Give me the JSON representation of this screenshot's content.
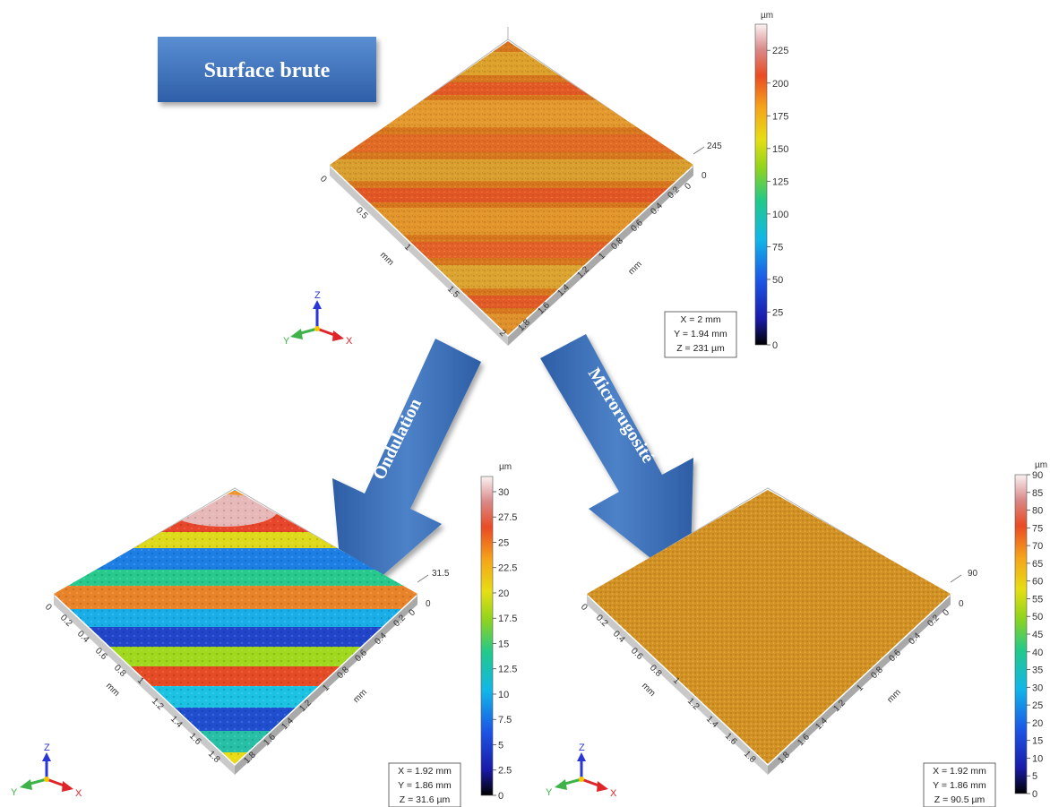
{
  "title_box": {
    "label": "Surface brute"
  },
  "arrows": {
    "left": "Ondulation",
    "right": "Microrugosité"
  },
  "panels": {
    "top": {
      "unit": "µm",
      "scale_ticks": [
        "225",
        "200",
        "175",
        "150",
        "125",
        "100",
        "75",
        "50",
        "25",
        "0"
      ],
      "scale_min": 0,
      "scale_max": 245,
      "z_value": "245",
      "zero_label": "0",
      "left_axis": {
        "ticks": [
          "0",
          "0.5",
          "1",
          "1.5",
          "2"
        ],
        "unit": "mm"
      },
      "right_axis": {
        "ticks": [
          "0",
          "0.2",
          "0.4",
          "0.6",
          "0.8",
          "1",
          "1.2",
          "1.4",
          "1.6",
          "1.8"
        ],
        "unit": "mm"
      },
      "info": [
        "X = 2 mm",
        "Y = 1.94 mm",
        "Z = 231 µm"
      ],
      "palette": "orange"
    },
    "bottom_left": {
      "unit": "µm",
      "scale_ticks": [
        "30",
        "27.5",
        "25",
        "22.5",
        "20",
        "17.5",
        "15",
        "12.5",
        "10",
        "7.5",
        "5",
        "2.5",
        "0"
      ],
      "scale_min": 0,
      "scale_max": 31.5,
      "z_value": "31.5",
      "zero_label": "0",
      "left_axis": {
        "ticks": [
          "0",
          "0.2",
          "0.4",
          "0.6",
          "0.8",
          "1",
          "1.2",
          "1.4",
          "1.6",
          "1.8"
        ],
        "unit": "mm"
      },
      "right_axis": {
        "ticks": [
          "0",
          "0.2",
          "0.4",
          "0.6",
          "0.8",
          "1",
          "1.2",
          "1.4",
          "1.6",
          "1.8"
        ],
        "unit": "mm"
      },
      "info": [
        "X = 1.92 mm",
        "Y = 1.86 mm",
        "Z = 31.6 µm"
      ],
      "palette": "rainbow"
    },
    "bottom_right": {
      "unit": "µm",
      "scale_ticks": [
        "90",
        "85",
        "80",
        "75",
        "70",
        "65",
        "60",
        "55",
        "50",
        "45",
        "40",
        "35",
        "30",
        "25",
        "20",
        "15",
        "10",
        "5",
        "0"
      ],
      "scale_min": 0,
      "scale_max": 90,
      "z_value": "90",
      "zero_label": "0",
      "left_axis": {
        "ticks": [
          "0",
          "0.2",
          "0.4",
          "0.6",
          "0.8",
          "1",
          "1.2",
          "1.4",
          "1.6",
          "1.8"
        ],
        "unit": "mm"
      },
      "right_axis": {
        "ticks": [
          "0",
          "0.2",
          "0.4",
          "0.6",
          "0.8",
          "1",
          "1.2",
          "1.4",
          "1.6",
          "1.8"
        ],
        "unit": "mm"
      },
      "info": [
        "X = 1.92 mm",
        "Y = 1.86 mm",
        "Z = 90.5 µm"
      ],
      "palette": "gold"
    }
  },
  "axis_triad": {
    "x": "X",
    "y": "Y",
    "z": "Z"
  },
  "colors": {
    "arrow_blue": "#3d6eb4",
    "box_blue": "#3f73b9",
    "axis_red": "#e0252a",
    "axis_green": "#3fb34a",
    "axis_blue": "#2a36d6"
  }
}
